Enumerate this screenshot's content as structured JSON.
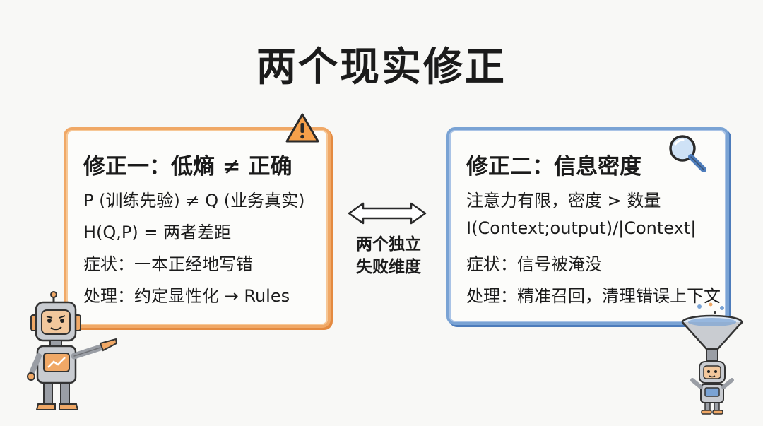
{
  "title": "两个现实修正",
  "left_card": {
    "title": "修正一：低熵 ≠ 正确",
    "lines": [
      "P (训练先验) ≠ Q (业务真实)",
      "H(Q,P) = 两者差距",
      "症状：一本正经地写错",
      "处理：约定显性化 → Rules"
    ],
    "accent": "#f0a866"
  },
  "middle": {
    "line1": "两个独立",
    "line2": "失败维度"
  },
  "right_card": {
    "title": "修正二：信息密度",
    "lines": [
      "注意力有限，密度 > 数量",
      "I(Context;output)/|Context|",
      "症状：信号被淹没",
      "处理：精准召回，清理错误上下文"
    ],
    "accent": "#7aa3d4"
  },
  "icons": {
    "warning": "warning-icon",
    "magnifier": "magnifier-icon",
    "arrow": "double-arrow-icon",
    "robot_left": "pointing-robot-illustration",
    "robot_right": "funnel-robot-illustration"
  }
}
